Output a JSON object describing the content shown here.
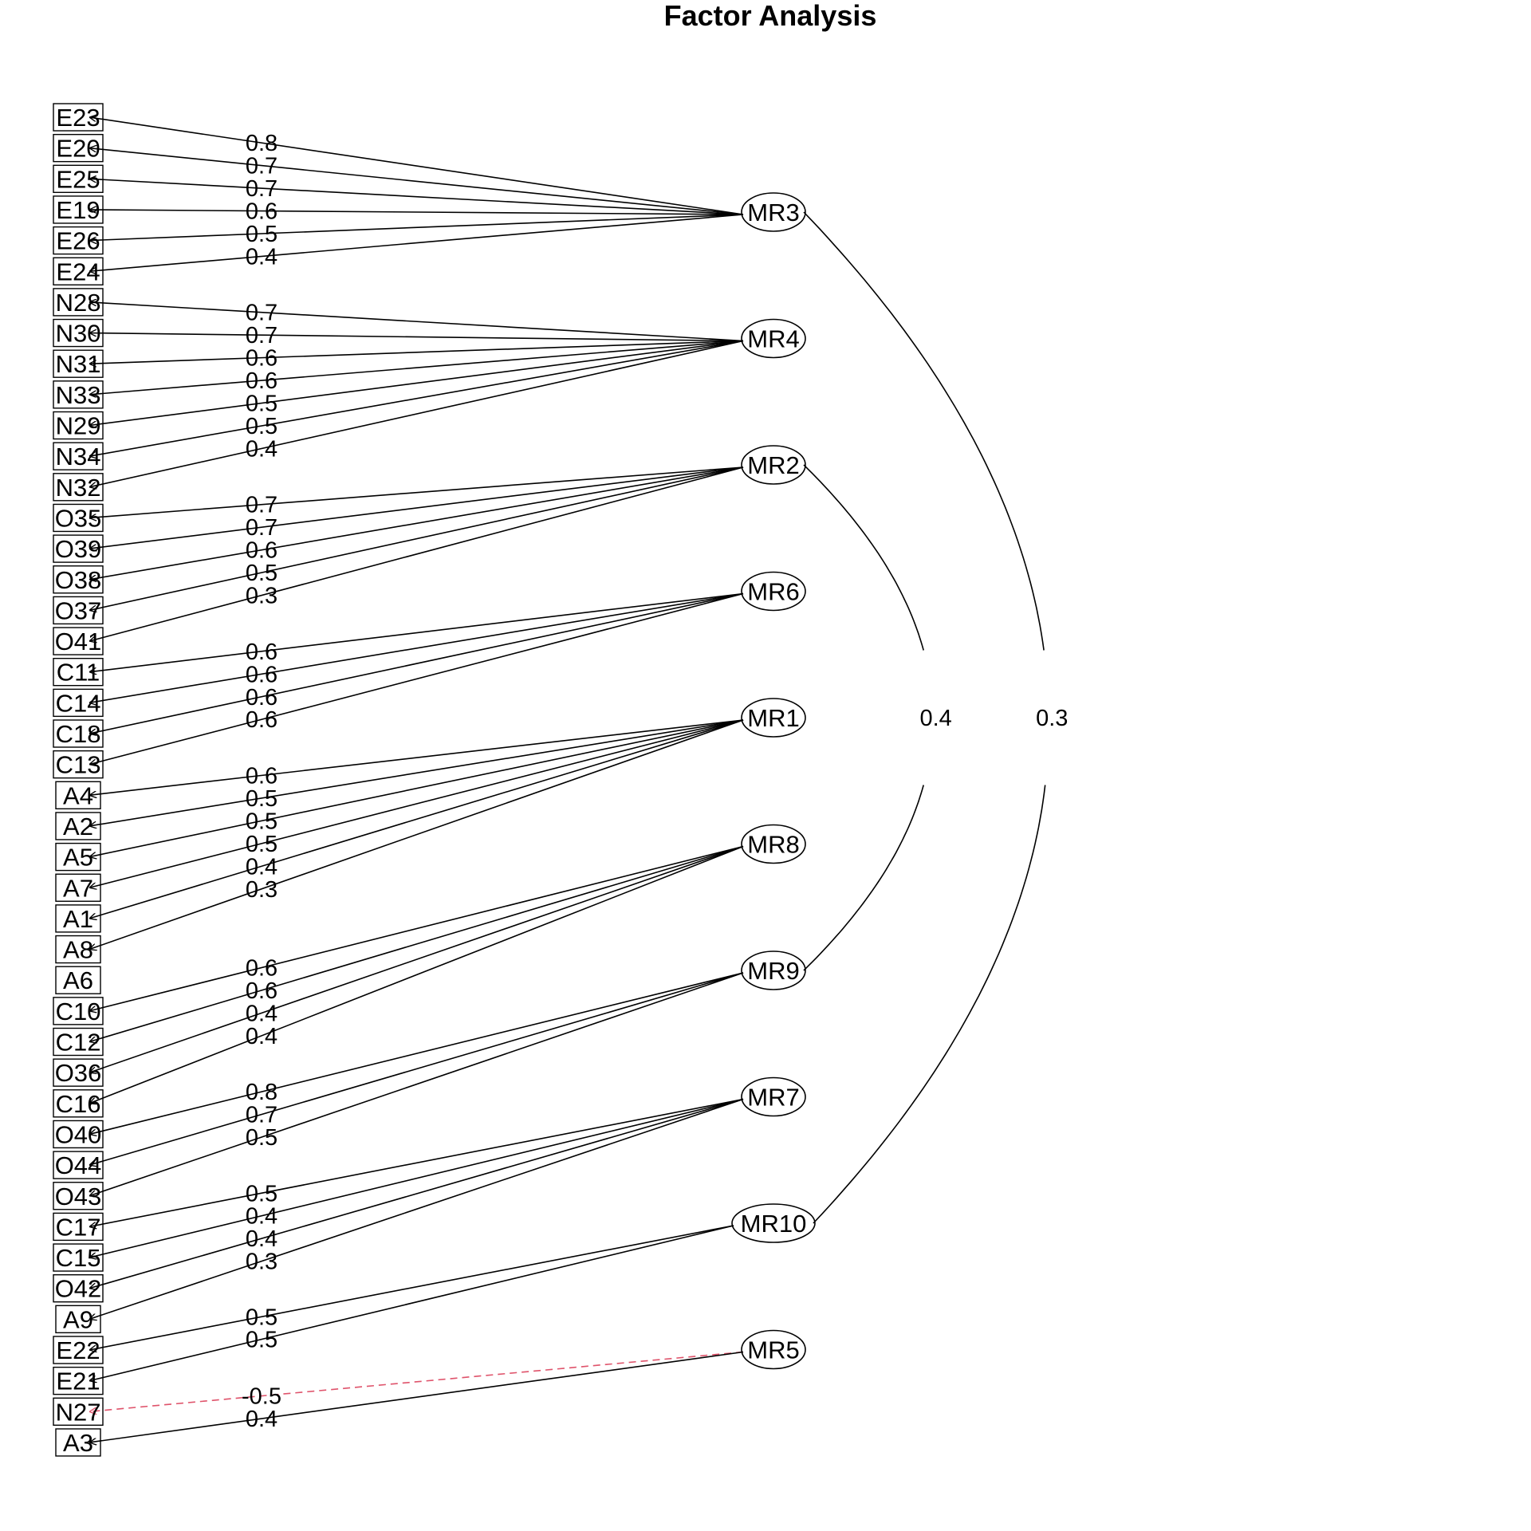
{
  "title": "Factor Analysis",
  "colors": {
    "positive": "#000000",
    "negative": "#DF536B"
  },
  "variables": [
    "E23",
    "E20",
    "E25",
    "E19",
    "E26",
    "E24",
    "N28",
    "N30",
    "N31",
    "N33",
    "N29",
    "N34",
    "N32",
    "O35",
    "O39",
    "O38",
    "O37",
    "O41",
    "C11",
    "C14",
    "C18",
    "C13",
    "A4",
    "A2",
    "A5",
    "A7",
    "A1",
    "A8",
    "A6",
    "C10",
    "C12",
    "O36",
    "C16",
    "O40",
    "O44",
    "O43",
    "C17",
    "C15",
    "O42",
    "A9",
    "E22",
    "E21",
    "N27",
    "A3"
  ],
  "factors": [
    "MR3",
    "MR4",
    "MR2",
    "MR6",
    "MR1",
    "MR8",
    "MR9",
    "MR7",
    "MR10",
    "MR5"
  ],
  "loadings": [
    {
      "variable": "E23",
      "factor": "MR3",
      "value": "0.8"
    },
    {
      "variable": "E20",
      "factor": "MR3",
      "value": "0.7"
    },
    {
      "variable": "E25",
      "factor": "MR3",
      "value": "0.7"
    },
    {
      "variable": "E19",
      "factor": "MR3",
      "value": "0.6"
    },
    {
      "variable": "E26",
      "factor": "MR3",
      "value": "0.5"
    },
    {
      "variable": "E24",
      "factor": "MR3",
      "value": "0.4"
    },
    {
      "variable": "N28",
      "factor": "MR4",
      "value": "0.7"
    },
    {
      "variable": "N30",
      "factor": "MR4",
      "value": "0.7"
    },
    {
      "variable": "N31",
      "factor": "MR4",
      "value": "0.6"
    },
    {
      "variable": "N33",
      "factor": "MR4",
      "value": "0.6"
    },
    {
      "variable": "N29",
      "factor": "MR4",
      "value": "0.5"
    },
    {
      "variable": "N34",
      "factor": "MR4",
      "value": "0.5"
    },
    {
      "variable": "N32",
      "factor": "MR4",
      "value": "0.4"
    },
    {
      "variable": "O35",
      "factor": "MR2",
      "value": "0.7"
    },
    {
      "variable": "O39",
      "factor": "MR2",
      "value": "0.7"
    },
    {
      "variable": "O38",
      "factor": "MR2",
      "value": "0.6"
    },
    {
      "variable": "O37",
      "factor": "MR2",
      "value": "0.5"
    },
    {
      "variable": "O41",
      "factor": "MR2",
      "value": "0.3"
    },
    {
      "variable": "C11",
      "factor": "MR6",
      "value": "0.6"
    },
    {
      "variable": "C14",
      "factor": "MR6",
      "value": "0.6"
    },
    {
      "variable": "C18",
      "factor": "MR6",
      "value": "0.6"
    },
    {
      "variable": "C13",
      "factor": "MR6",
      "value": "0.6"
    },
    {
      "variable": "A4",
      "factor": "MR1",
      "value": "0.6"
    },
    {
      "variable": "A2",
      "factor": "MR1",
      "value": "0.5"
    },
    {
      "variable": "A5",
      "factor": "MR1",
      "value": "0.5"
    },
    {
      "variable": "A7",
      "factor": "MR1",
      "value": "0.5"
    },
    {
      "variable": "A1",
      "factor": "MR1",
      "value": "0.4"
    },
    {
      "variable": "A8",
      "factor": "MR1",
      "value": "0.3"
    },
    {
      "variable": "C10",
      "factor": "MR8",
      "value": "0.6"
    },
    {
      "variable": "C12",
      "factor": "MR8",
      "value": "0.6"
    },
    {
      "variable": "O36",
      "factor": "MR8",
      "value": "0.4"
    },
    {
      "variable": "C16",
      "factor": "MR8",
      "value": "0.4"
    },
    {
      "variable": "O40",
      "factor": "MR9",
      "value": "0.8"
    },
    {
      "variable": "O44",
      "factor": "MR9",
      "value": "0.7"
    },
    {
      "variable": "O43",
      "factor": "MR9",
      "value": "0.5"
    },
    {
      "variable": "C17",
      "factor": "MR7",
      "value": "0.5"
    },
    {
      "variable": "C15",
      "factor": "MR7",
      "value": "0.4"
    },
    {
      "variable": "O42",
      "factor": "MR7",
      "value": "0.4"
    },
    {
      "variable": "A9",
      "factor": "MR7",
      "value": "0.3"
    },
    {
      "variable": "E22",
      "factor": "MR10",
      "value": "0.5"
    },
    {
      "variable": "E21",
      "factor": "MR10",
      "value": "0.5"
    },
    {
      "variable": "N27",
      "factor": "MR5",
      "value": "-0.5"
    },
    {
      "variable": "A3",
      "factor": "MR5",
      "value": "0.4"
    }
  ],
  "correlations": [
    {
      "from": "MR2",
      "to": "MR9",
      "value": "0.4"
    },
    {
      "from": "MR3",
      "to": "MR10",
      "value": "0.3"
    }
  ]
}
